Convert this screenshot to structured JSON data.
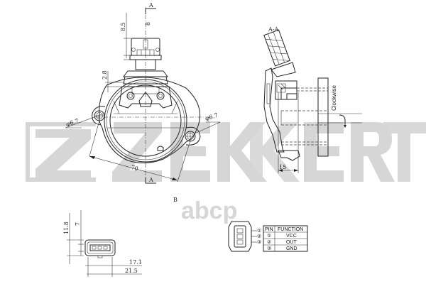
{
  "watermark": {
    "brand": "ZEKKERT",
    "secondary": "abcp",
    "color": "#d6d6d6"
  },
  "front_view": {
    "section_marker_top": "A",
    "section_marker_bottom": "A",
    "dim_connector_height": "8.5",
    "dim_connector_offset": "8",
    "dim_step": "2.8",
    "dim_hole_left": "φ6.7",
    "dim_hole_right": "φ6.7",
    "dim_hole_spacing": "70"
  },
  "section_view": {
    "title": "A-A",
    "rotation_label": "Clockwise",
    "dim_depth": "15"
  },
  "connector_view": {
    "label": "B",
    "dim_total_height": "11.8",
    "dim_inner_height": "7",
    "dim_inner_width": "17.1",
    "dim_outer_width": "21.5"
  },
  "pin_view": {
    "pin_markers": [
      "①",
      "②",
      "③"
    ]
  },
  "pin_table": {
    "headers": [
      "PIN",
      "FUNCTION"
    ],
    "rows": [
      {
        "pin": "①",
        "function": "VCC"
      },
      {
        "pin": "②",
        "function": "OUT"
      },
      {
        "pin": "③",
        "function": "GND"
      }
    ]
  }
}
